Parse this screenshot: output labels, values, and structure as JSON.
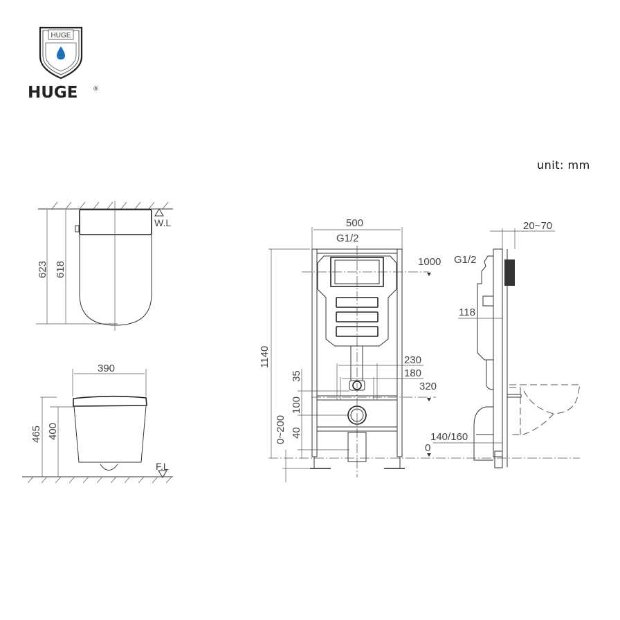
{
  "brand": {
    "name": "HUGE",
    "shield_text": "HUGE",
    "registered": "®",
    "drop_color": "#1f6fb5"
  },
  "unit_label": "unit:  mm",
  "views": {
    "toilet_side": {
      "dims": [
        "623",
        "618"
      ],
      "water_level": "W.L"
    },
    "toilet_front": {
      "width": "390",
      "dims": [
        "465",
        "400"
      ],
      "floor_level": "F.L"
    },
    "frame_front": {
      "width": "500",
      "inlet": "G1/2",
      "height": "1140",
      "level_1000": "1000",
      "bolt_outer": "230",
      "bolt_inner": "180",
      "level_320": "320",
      "dim_35": "35",
      "dim_100": "100",
      "dim_adjust": "0~200",
      "dim_40": "40",
      "level_0": "0"
    },
    "frame_side": {
      "wall": "20~70",
      "inlet": "G1/2",
      "depth": "118",
      "outlet": "140/160"
    }
  }
}
